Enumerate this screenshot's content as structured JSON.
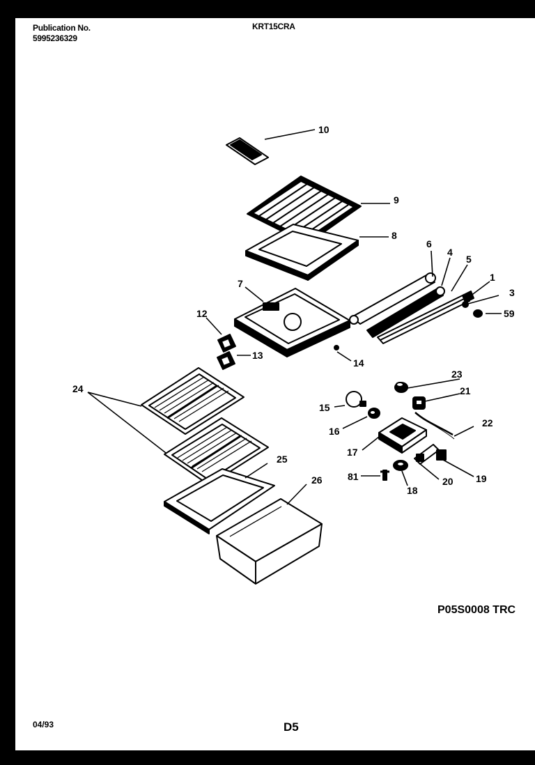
{
  "header": {
    "publication_label": "Publication No.",
    "publication_number": "5995236329",
    "model": "KRT15CRA"
  },
  "footer": {
    "date": "04/93",
    "page_code": "D5",
    "drawing_code": "P05S0008 TRC"
  },
  "callouts": [
    "10",
    "9",
    "8",
    "6",
    "4",
    "5",
    "1",
    "3",
    "59",
    "7",
    "12",
    "13",
    "14",
    "24",
    "25",
    "26",
    "23",
    "21",
    "22",
    "15",
    "16",
    "17",
    "81",
    "18",
    "20",
    "19"
  ]
}
